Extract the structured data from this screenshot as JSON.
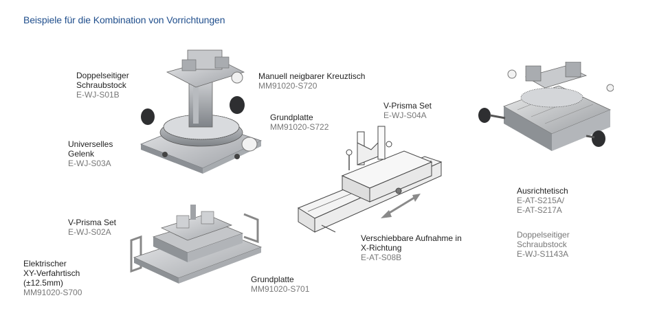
{
  "title": "Beispiele für die Kombination von Vorrichtungen",
  "labels": [
    {
      "id": "doppelseitiger-schraubstock-1",
      "name": [
        "Doppelseitiger",
        "Schraubstock"
      ],
      "code": [
        "E-WJ-S01B"
      ]
    },
    {
      "id": "universelles-gelenk",
      "name": [
        "Universelles",
        "Gelenk"
      ],
      "code": [
        "E-WJ-S03A"
      ]
    },
    {
      "id": "kreuztisch",
      "name": [
        "Manuell neigbarer Kreuztisch"
      ],
      "code": [
        "MM91020-S720"
      ]
    },
    {
      "id": "grundplatte-1",
      "name": [
        "Grundplatte"
      ],
      "code": [
        "MM91020-S722"
      ]
    },
    {
      "id": "v-prisma-set-1",
      "name": [
        "V-Prisma Set"
      ],
      "code": [
        "E-WJ-S04A"
      ]
    },
    {
      "id": "v-prisma-set-2",
      "name": [
        "V-Prisma Set"
      ],
      "code": [
        "E-WJ-S02A"
      ]
    },
    {
      "id": "xy-verfahrtisch",
      "name": [
        "Elektrischer",
        "XY-Verfahrtisch",
        "(±12.5mm)"
      ],
      "code": [
        "MM91020-S700"
      ]
    },
    {
      "id": "grundplatte-2",
      "name": [
        "Grundplatte"
      ],
      "code": [
        "MM91020-S701"
      ]
    },
    {
      "id": "verschiebbare-aufnahme",
      "name": [
        "Verschiebbare Aufnahme in",
        "X-Richtung"
      ],
      "code": [
        "E-AT-S08B"
      ]
    },
    {
      "id": "ausrichtetisch",
      "name": [
        "Ausrichtetisch"
      ],
      "code": [
        "E-AT-S215A/",
        "E-AT-S217A"
      ]
    },
    {
      "id": "doppelseitiger-schraubstock-2",
      "name": [
        "Doppelseitiger",
        "Schraubstock"
      ],
      "code": [
        "E-WJ-S1143A"
      ]
    }
  ]
}
